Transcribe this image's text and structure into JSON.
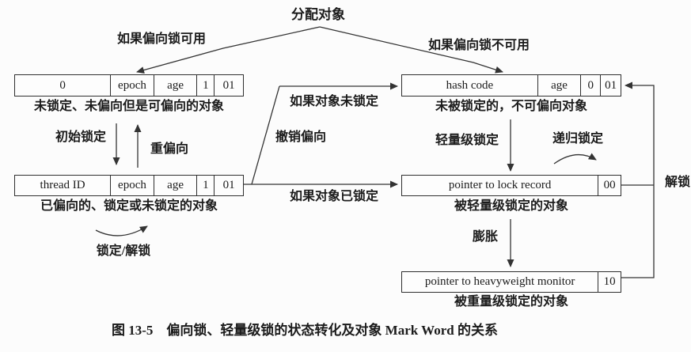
{
  "figure": {
    "caption": "图 13-5　偏向锁、轻量级锁的状态转化及对象 Mark Word 的关系"
  },
  "nodes": {
    "allocate": "分配对象"
  },
  "edges": {
    "biased_available": "如果偏向锁可用",
    "biased_unavailable": "如果偏向锁不可用",
    "initial_lock": "初始锁定",
    "rebias": "重偏向",
    "lock_unlock": "锁定/解锁",
    "revoke_bias": "撤销偏向",
    "if_object_unlocked": "如果对象未锁定",
    "if_object_locked": "如果对象已锁定",
    "lightweight_lock": "轻量级锁定",
    "recursive_lock": "递归锁定",
    "inflate": "膨胀",
    "unlock": "解锁"
  },
  "boxes": {
    "biasable": {
      "cells": [
        "0",
        "epoch",
        "age",
        "1",
        "01"
      ],
      "label": "未锁定、未偏向但是可偏向的对象"
    },
    "biased": {
      "cells": [
        "thread ID",
        "epoch",
        "age",
        "1",
        "01"
      ],
      "label": "已偏向的、锁定或未锁定的对象"
    },
    "unlocked": {
      "cells": [
        "hash code",
        "age",
        "0",
        "01"
      ],
      "label": "未被锁定的，不可偏向对象"
    },
    "lightweight": {
      "cells": [
        "pointer to lock record",
        "00"
      ],
      "label": "被轻量级锁定的对象"
    },
    "heavyweight": {
      "cells": [
        "pointer to heavyweight monitor",
        "10"
      ],
      "label": "被重量级锁定的对象"
    }
  },
  "colors": {
    "line": "#333333",
    "text": "#1b1b1b",
    "background": "#fcfcfc"
  }
}
